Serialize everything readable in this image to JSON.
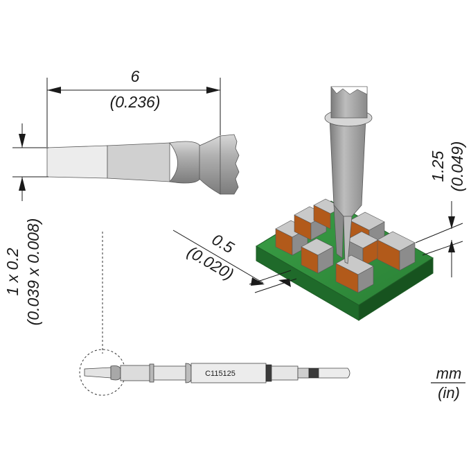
{
  "dimensions": {
    "length_mm": "6",
    "length_in": "(0.236)",
    "tip_mm": "1 x 0.2",
    "tip_in": "(0.039 x 0.008)",
    "depth_mm": "1.25",
    "depth_in": "(0.049)",
    "gap_mm": "0.5",
    "gap_in": "(0.020)"
  },
  "part_number": "C115125",
  "units": {
    "primary": "mm",
    "secondary": "(in)"
  },
  "colors": {
    "steel": "#a8a8a8",
    "tip_tin": "#d2d2d2",
    "pcb_green": "#2e8b3a",
    "component_body": "#8c8c8c",
    "component_pad": "#b25a1a"
  }
}
